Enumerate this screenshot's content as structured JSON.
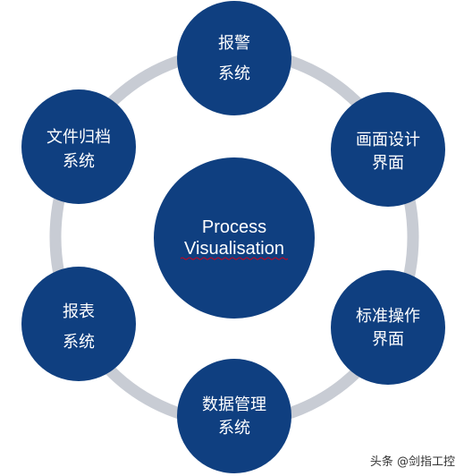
{
  "colors": {
    "node_fill": "#0f3f80",
    "ring": "#c8ccd4",
    "text": "#ffffff",
    "accent_underline": "#d0021b"
  },
  "center": {
    "line1": "Process",
    "line2": "Visualisation"
  },
  "nodes": [
    {
      "id": "alarm",
      "line1": "报警",
      "line2": "系统"
    },
    {
      "id": "screen-design",
      "line1": "画面设计",
      "line2": "界面"
    },
    {
      "id": "sop",
      "line1": "标准操作",
      "line2": "界面"
    },
    {
      "id": "data-management",
      "line1": "数据管理",
      "line2": "系统"
    },
    {
      "id": "report",
      "line1": "报表",
      "line2": "系统"
    },
    {
      "id": "file-archive",
      "line1": "文件归档",
      "line2": "系统"
    }
  ],
  "watermark": "头条 @剑指工控"
}
